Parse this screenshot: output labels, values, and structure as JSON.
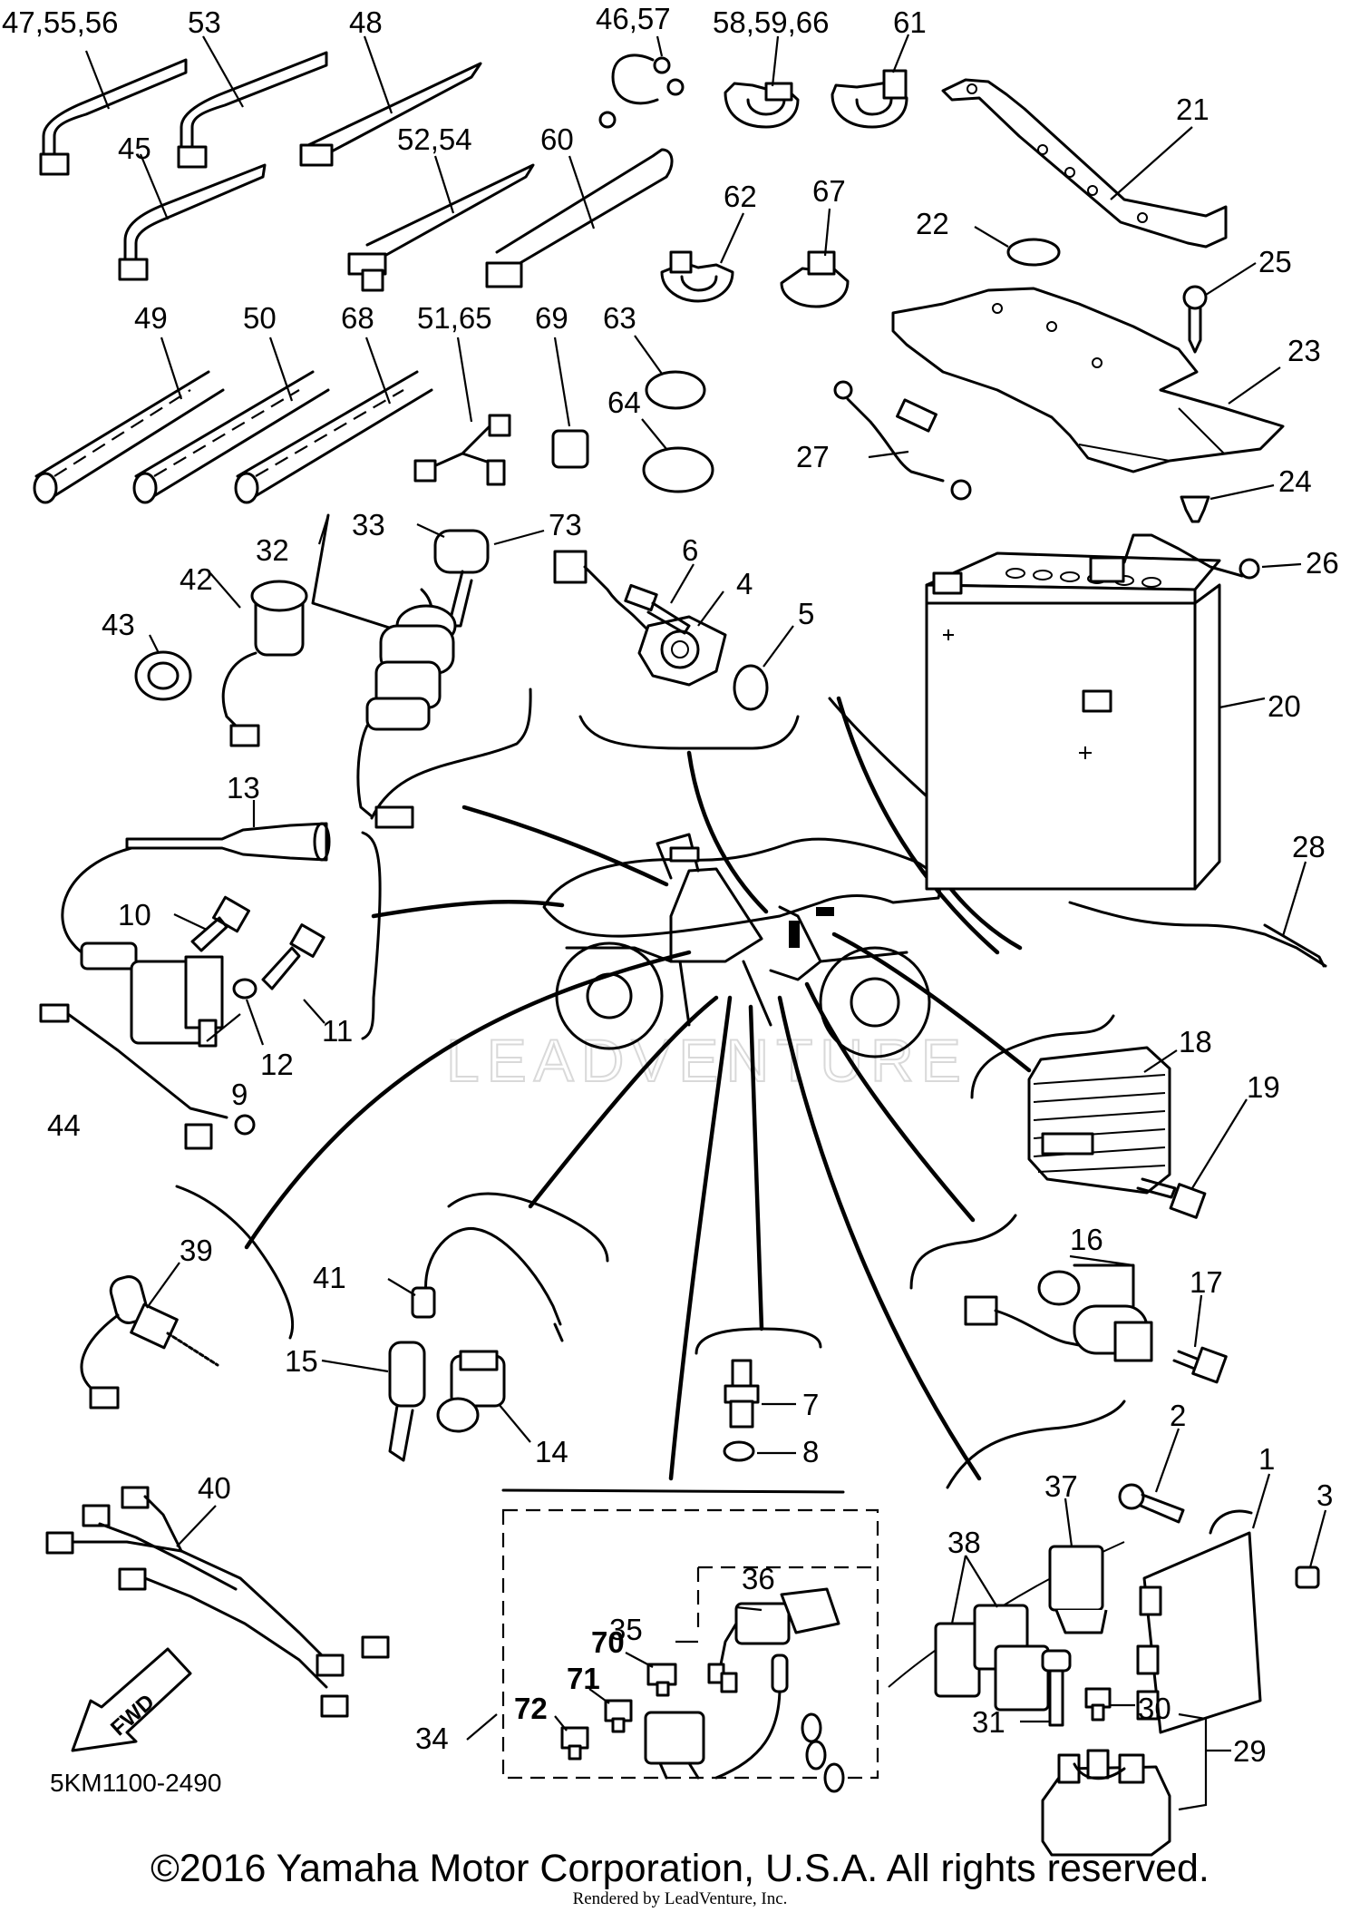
{
  "diagram": {
    "code": "5KM1100-2490",
    "watermark": "LEADVENTURE",
    "fwd_label": "FWD",
    "copyright": "©2016 Yamaha Motor Corporation, U.S.A. All rights reserved.",
    "rendered_by": "Rendered by LeadVenture, Inc.",
    "callouts": [
      {
        "id": "c-47-55-56",
        "text": "47,55,56",
        "bold": false
      },
      {
        "id": "c-53",
        "text": "53",
        "bold": false
      },
      {
        "id": "c-48",
        "text": "48",
        "bold": false
      },
      {
        "id": "c-46-57",
        "text": "46,57",
        "bold": false
      },
      {
        "id": "c-58-59-66",
        "text": "58,59,66",
        "bold": false
      },
      {
        "id": "c-61",
        "text": "61",
        "bold": false
      },
      {
        "id": "c-21",
        "text": "21",
        "bold": false
      },
      {
        "id": "c-45",
        "text": "45",
        "bold": false
      },
      {
        "id": "c-52-54",
        "text": "52,54",
        "bold": false
      },
      {
        "id": "c-60",
        "text": "60",
        "bold": false
      },
      {
        "id": "c-62",
        "text": "62",
        "bold": false
      },
      {
        "id": "c-67",
        "text": "67",
        "bold": false
      },
      {
        "id": "c-22",
        "text": "22",
        "bold": false
      },
      {
        "id": "c-25",
        "text": "25",
        "bold": false
      },
      {
        "id": "c-49",
        "text": "49",
        "bold": false
      },
      {
        "id": "c-50",
        "text": "50",
        "bold": false
      },
      {
        "id": "c-68",
        "text": "68",
        "bold": false
      },
      {
        "id": "c-51-65",
        "text": "51,65",
        "bold": false
      },
      {
        "id": "c-69",
        "text": "69",
        "bold": false
      },
      {
        "id": "c-63",
        "text": "63",
        "bold": false
      },
      {
        "id": "c-23",
        "text": "23",
        "bold": false
      },
      {
        "id": "c-64",
        "text": "64",
        "bold": false
      },
      {
        "id": "c-27",
        "text": "27",
        "bold": false
      },
      {
        "id": "c-24",
        "text": "24",
        "bold": false
      },
      {
        "id": "c-33",
        "text": "33",
        "bold": false
      },
      {
        "id": "c-73",
        "text": "73",
        "bold": false
      },
      {
        "id": "c-32",
        "text": "32",
        "bold": false
      },
      {
        "id": "c-6",
        "text": "6",
        "bold": false
      },
      {
        "id": "c-26",
        "text": "26",
        "bold": false
      },
      {
        "id": "c-42",
        "text": "42",
        "bold": false
      },
      {
        "id": "c-4",
        "text": "4",
        "bold": false
      },
      {
        "id": "c-43",
        "text": "43",
        "bold": false
      },
      {
        "id": "c-5",
        "text": "5",
        "bold": false
      },
      {
        "id": "c-20",
        "text": "20",
        "bold": false
      },
      {
        "id": "c-13",
        "text": "13",
        "bold": false
      },
      {
        "id": "c-28",
        "text": "28",
        "bold": false
      },
      {
        "id": "c-10",
        "text": "10",
        "bold": false
      },
      {
        "id": "c-11",
        "text": "11",
        "bold": false
      },
      {
        "id": "c-12",
        "text": "12",
        "bold": false
      },
      {
        "id": "c-9",
        "text": "9",
        "bold": false
      },
      {
        "id": "c-18",
        "text": "18",
        "bold": false
      },
      {
        "id": "c-19",
        "text": "19",
        "bold": false
      },
      {
        "id": "c-44",
        "text": "44",
        "bold": false
      },
      {
        "id": "c-16",
        "text": "16",
        "bold": false
      },
      {
        "id": "c-39",
        "text": "39",
        "bold": false
      },
      {
        "id": "c-41",
        "text": "41",
        "bold": false
      },
      {
        "id": "c-17",
        "text": "17",
        "bold": false
      },
      {
        "id": "c-15",
        "text": "15",
        "bold": false
      },
      {
        "id": "c-7",
        "text": "7",
        "bold": false
      },
      {
        "id": "c-14",
        "text": "14",
        "bold": false
      },
      {
        "id": "c-8",
        "text": "8",
        "bold": false
      },
      {
        "id": "c-2",
        "text": "2",
        "bold": false
      },
      {
        "id": "c-1",
        "text": "1",
        "bold": false
      },
      {
        "id": "c-40",
        "text": "40",
        "bold": false
      },
      {
        "id": "c-37",
        "text": "37",
        "bold": false
      },
      {
        "id": "c-3",
        "text": "3",
        "bold": false
      },
      {
        "id": "c-36",
        "text": "36",
        "bold": false
      },
      {
        "id": "c-38",
        "text": "38",
        "bold": false
      },
      {
        "id": "c-35",
        "text": "35",
        "bold": false
      },
      {
        "id": "c-70",
        "text": "70",
        "bold": true
      },
      {
        "id": "c-71",
        "text": "71",
        "bold": true
      },
      {
        "id": "c-72",
        "text": "72",
        "bold": true
      },
      {
        "id": "c-34",
        "text": "34",
        "bold": false
      },
      {
        "id": "c-31",
        "text": "31",
        "bold": false
      },
      {
        "id": "c-30",
        "text": "30",
        "bold": false
      },
      {
        "id": "c-29",
        "text": "29",
        "bold": false
      }
    ]
  }
}
